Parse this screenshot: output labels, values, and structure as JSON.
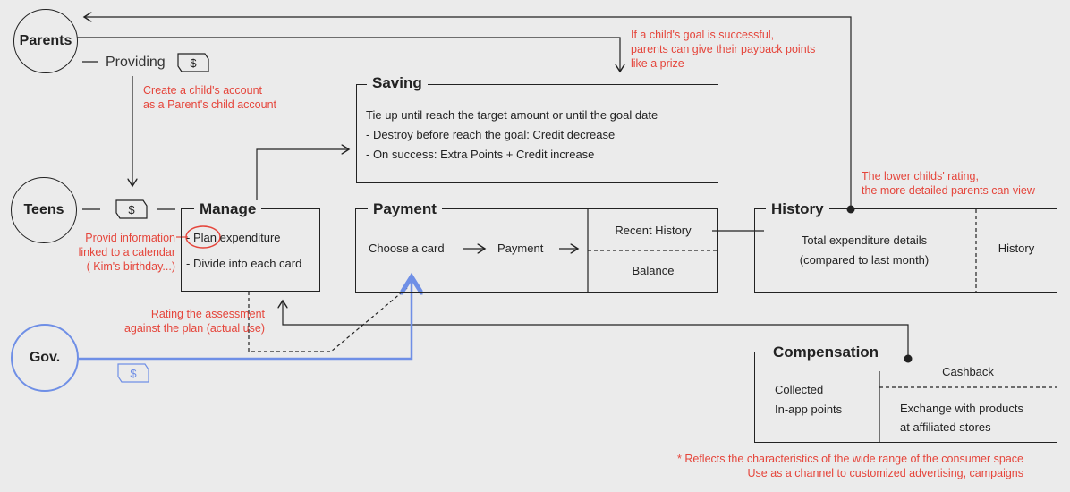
{
  "nodes": {
    "parents": "Parents",
    "teens": "Teens",
    "gov": "Gov."
  },
  "providing": "Providing",
  "money_icon": "dollar-bill-icon",
  "notes": {
    "create_account": [
      "Create a child's account",
      "as a Parent's child account"
    ],
    "payback": [
      "If a child's goal is successful,",
      "parents can give their payback points",
      "like a prize"
    ],
    "lower_rating": [
      "The lower childs' rating,",
      "the more detailed parents can view"
    ],
    "calendar": [
      "Provid information",
      "linked to a calendar",
      "( Kim's birthday...)"
    ],
    "rating_assessment": [
      "Rating the assessment",
      "against the plan (actual use)"
    ],
    "footer": [
      "* Reflects the characteristics of the wide range of the consumer space",
      "Use as a channel to customized advertising, campaigns"
    ]
  },
  "saving": {
    "title": "Saving",
    "lines": [
      "Tie up until reach the target amount or until the goal date",
      "- Destroy before reach the goal: Credit decrease",
      "- On success: Extra Points + Credit increase"
    ]
  },
  "manage": {
    "title": "Manage",
    "plan_dash": "- ",
    "plan_word": "Plan",
    "plan_rest": " expenditure",
    "divide": "- Divide into each card"
  },
  "payment": {
    "title": "Payment",
    "choose": "Choose a card",
    "arrow": "—→",
    "pay": "Payment",
    "recent": "Recent History",
    "balance": "Balance"
  },
  "history": {
    "title": "History",
    "details": [
      "Total expenditure details",
      "(compared to last month)"
    ],
    "label": "History"
  },
  "compensation": {
    "title": "Compensation",
    "collected": [
      "Collected",
      "In-app points"
    ],
    "cashback": "Cashback",
    "exchange": [
      "Exchange with products",
      "at affiliated stores"
    ]
  },
  "colors": {
    "line": "#222222",
    "accent_red": "#e5453b",
    "gov_blue": "#6f8fe6",
    "background": "#ebebeb"
  }
}
